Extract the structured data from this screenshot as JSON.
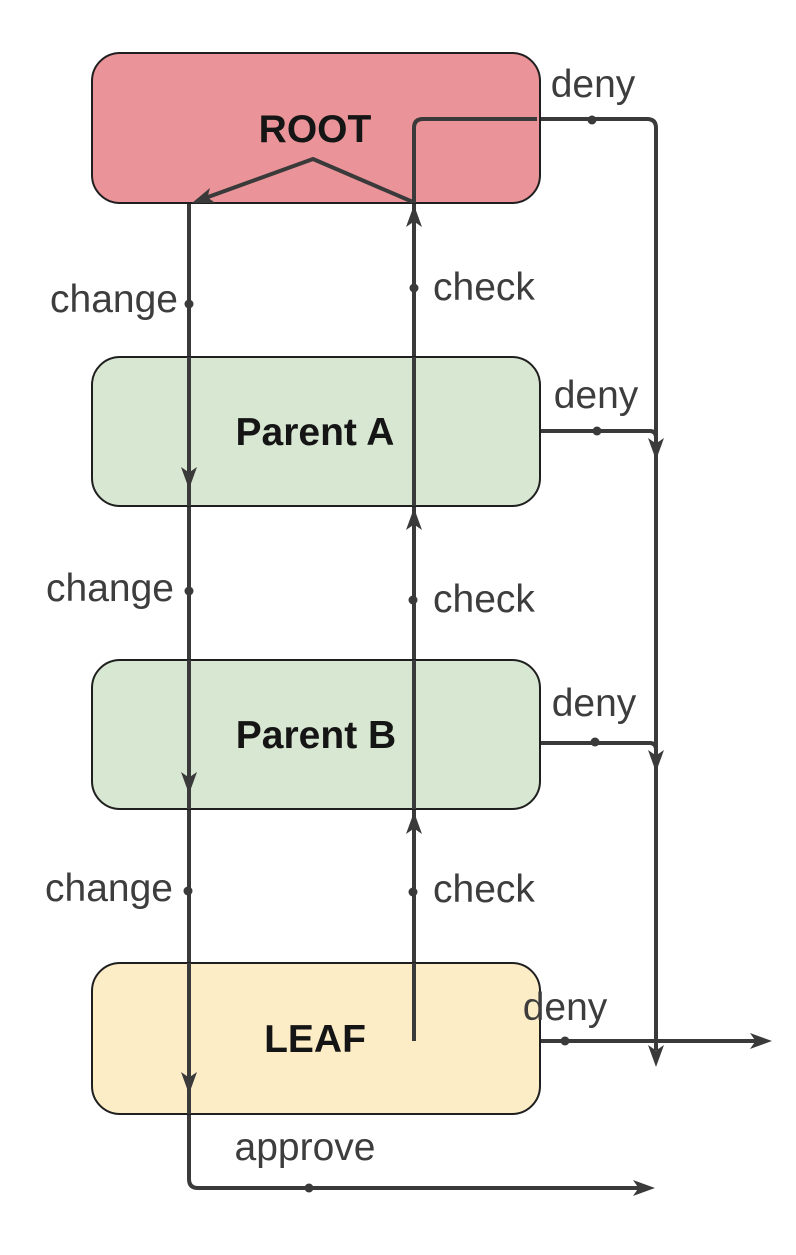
{
  "diagram": {
    "palette": {
      "background": "#ffffff",
      "edge": "#3a3a3a",
      "node_border": "#1f1f1f",
      "label": "#3d3d3d",
      "node_text": "#151515"
    },
    "nodes": {
      "root": {
        "label": "ROOT",
        "fill": "#EA9499"
      },
      "parent_a": {
        "label": "Parent A",
        "fill": "#D8E7D2"
      },
      "parent_b": {
        "label": "Parent B",
        "fill": "#D8E7D2"
      },
      "leaf": {
        "label": "LEAF",
        "fill": "#FCEDC7"
      }
    },
    "edge_labels": {
      "change_1": "change",
      "change_2": "change",
      "change_3": "change",
      "check_1": "check",
      "check_2": "check",
      "check_3": "check",
      "deny_root": "deny",
      "deny_parent_a": "deny",
      "deny_parent_b": "deny",
      "deny_leaf": "deny",
      "approve": "approve"
    }
  }
}
